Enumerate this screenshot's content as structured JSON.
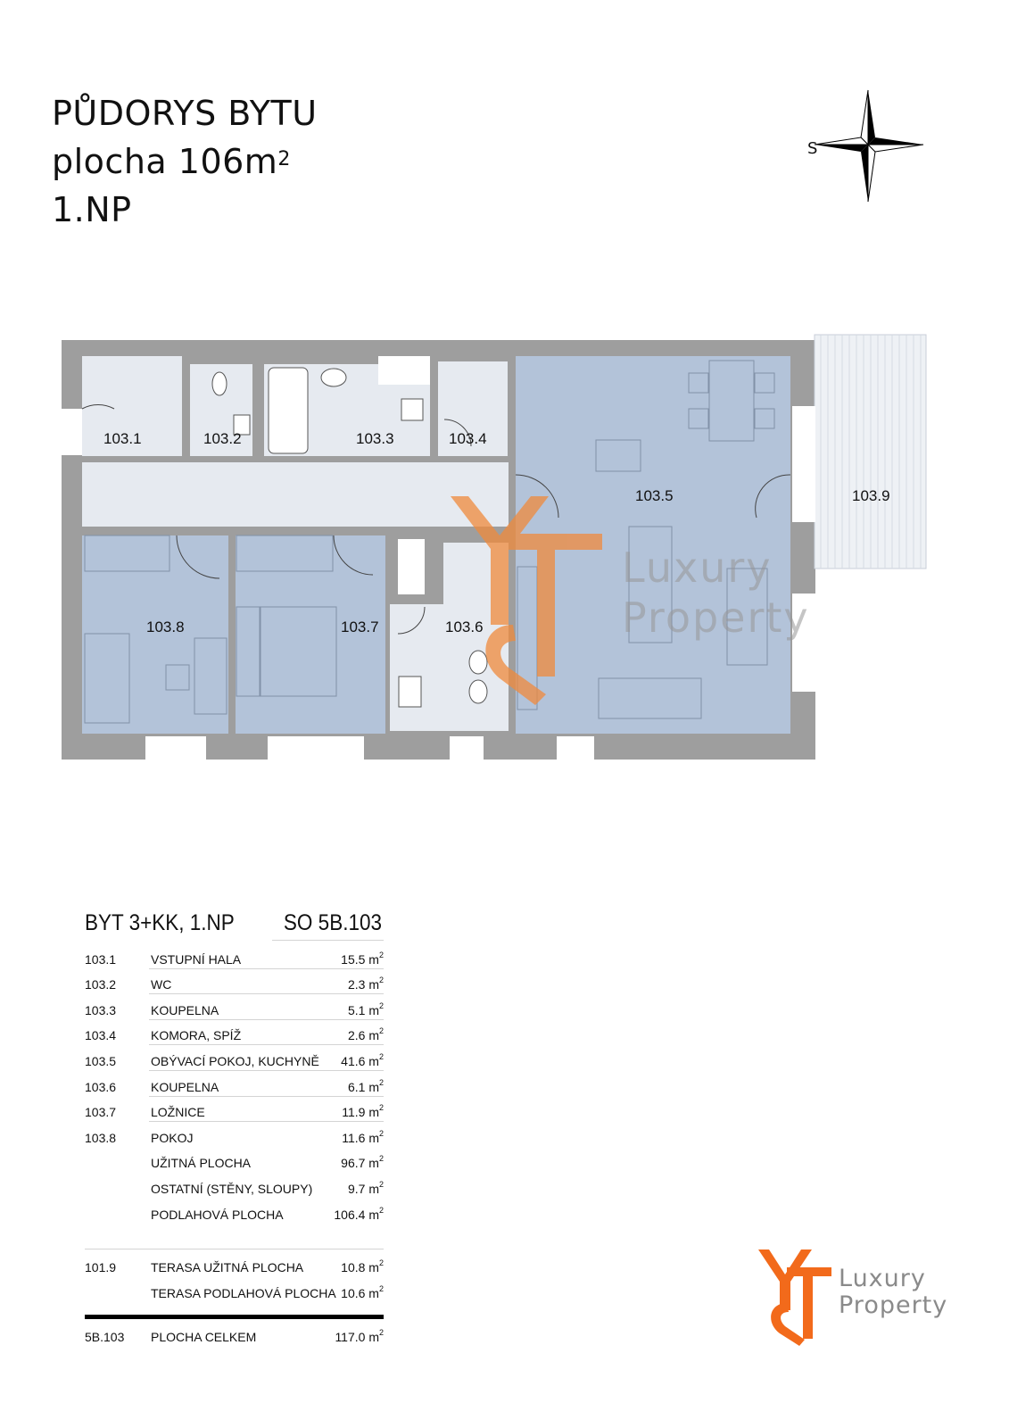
{
  "header": {
    "line1": "PŮDORYS BYTU",
    "line2": "plocha 106m",
    "line2_sup": "2",
    "line3": "1.NP"
  },
  "compass": {
    "label": "S"
  },
  "plan": {
    "rooms": [
      {
        "id": "103.1"
      },
      {
        "id": "103.2"
      },
      {
        "id": "103.3"
      },
      {
        "id": "103.4"
      },
      {
        "id": "103.5"
      },
      {
        "id": "103.6"
      },
      {
        "id": "103.7"
      },
      {
        "id": "103.8"
      },
      {
        "id": "103.9"
      }
    ],
    "colors": {
      "wall": "#9e9e9e",
      "light_room": "#e6eaf0",
      "blue_room": "#b3c3d9",
      "terrace": "#eef1f5",
      "watermark": "#f08a3c"
    }
  },
  "watermark": {
    "line1": "Luxury",
    "line2": "Property"
  },
  "table": {
    "head_left": "BYT 3+KK, 1.NP",
    "head_right": "SO 5B.103",
    "rooms": [
      {
        "code": "103.1",
        "name": "VSTUPNÍ HALA",
        "area": "15.5 m"
      },
      {
        "code": "103.2",
        "name": "WC",
        "area": "2.3 m"
      },
      {
        "code": "103.3",
        "name": "KOUPELNA",
        "area": "5.1 m"
      },
      {
        "code": "103.4",
        "name": "KOMORA, SPÍŽ",
        "area": "2.6 m"
      },
      {
        "code": "103.5",
        "name": "OBÝVACÍ POKOJ, KUCHYNĚ",
        "area": "41.6 m"
      },
      {
        "code": "103.6",
        "name": "KOUPELNA",
        "area": "6.1 m"
      },
      {
        "code": "103.7",
        "name": "LOŽNICE",
        "area": "11.9 m"
      },
      {
        "code": "103.8",
        "name": "POKOJ",
        "area": "11.6 m"
      }
    ],
    "summary": [
      {
        "name": "UŽITNÁ PLOCHA",
        "area": "96.7  m"
      },
      {
        "name": "OSTATNÍ (STĚNY, SLOUPY)",
        "area": "9.7 m"
      },
      {
        "name": "PODLAHOVÁ PLOCHA",
        "area": "106.4 m"
      }
    ],
    "terrace": [
      {
        "code": "101.9",
        "name": "TERASA UŽITNÁ PLOCHA",
        "area": "10.8 m"
      },
      {
        "code": "",
        "name": "TERASA PODLAHOVÁ PLOCHA",
        "area": "10.6 m"
      }
    ],
    "total": {
      "code": "5B.103",
      "name": "PLOCHA CELKEM",
      "area": "117.0 m"
    },
    "unit_sup": "2"
  },
  "logo": {
    "line1": "Luxury",
    "line2": "Property"
  }
}
